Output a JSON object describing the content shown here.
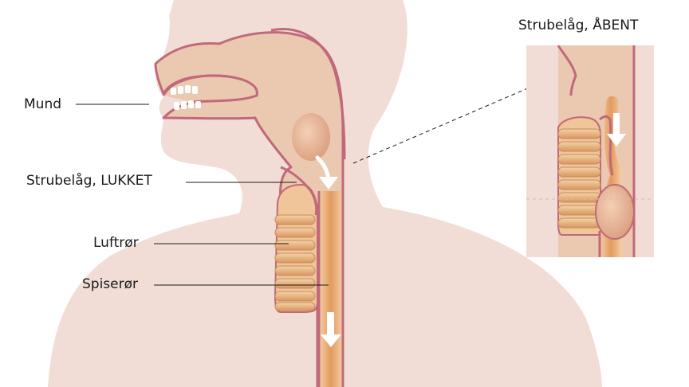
{
  "labels": {
    "mund": "Mund",
    "epiglottis_closed": "Strubelåg, LUKKET",
    "trachea": "Luftrør",
    "esophagus": "Spiserør",
    "epiglottis_open": "Strubelåg, ÅBENT"
  },
  "colors": {
    "skin": "#f1ddd6",
    "tissue": "#ebc8b0",
    "outline": "#c0697a",
    "tube_orange": "#e7a470",
    "tube_light": "#f0c59a",
    "ring_dark": "#d89a6a",
    "ring_light": "#f2cfa3",
    "arrow": "#ffffff"
  }
}
